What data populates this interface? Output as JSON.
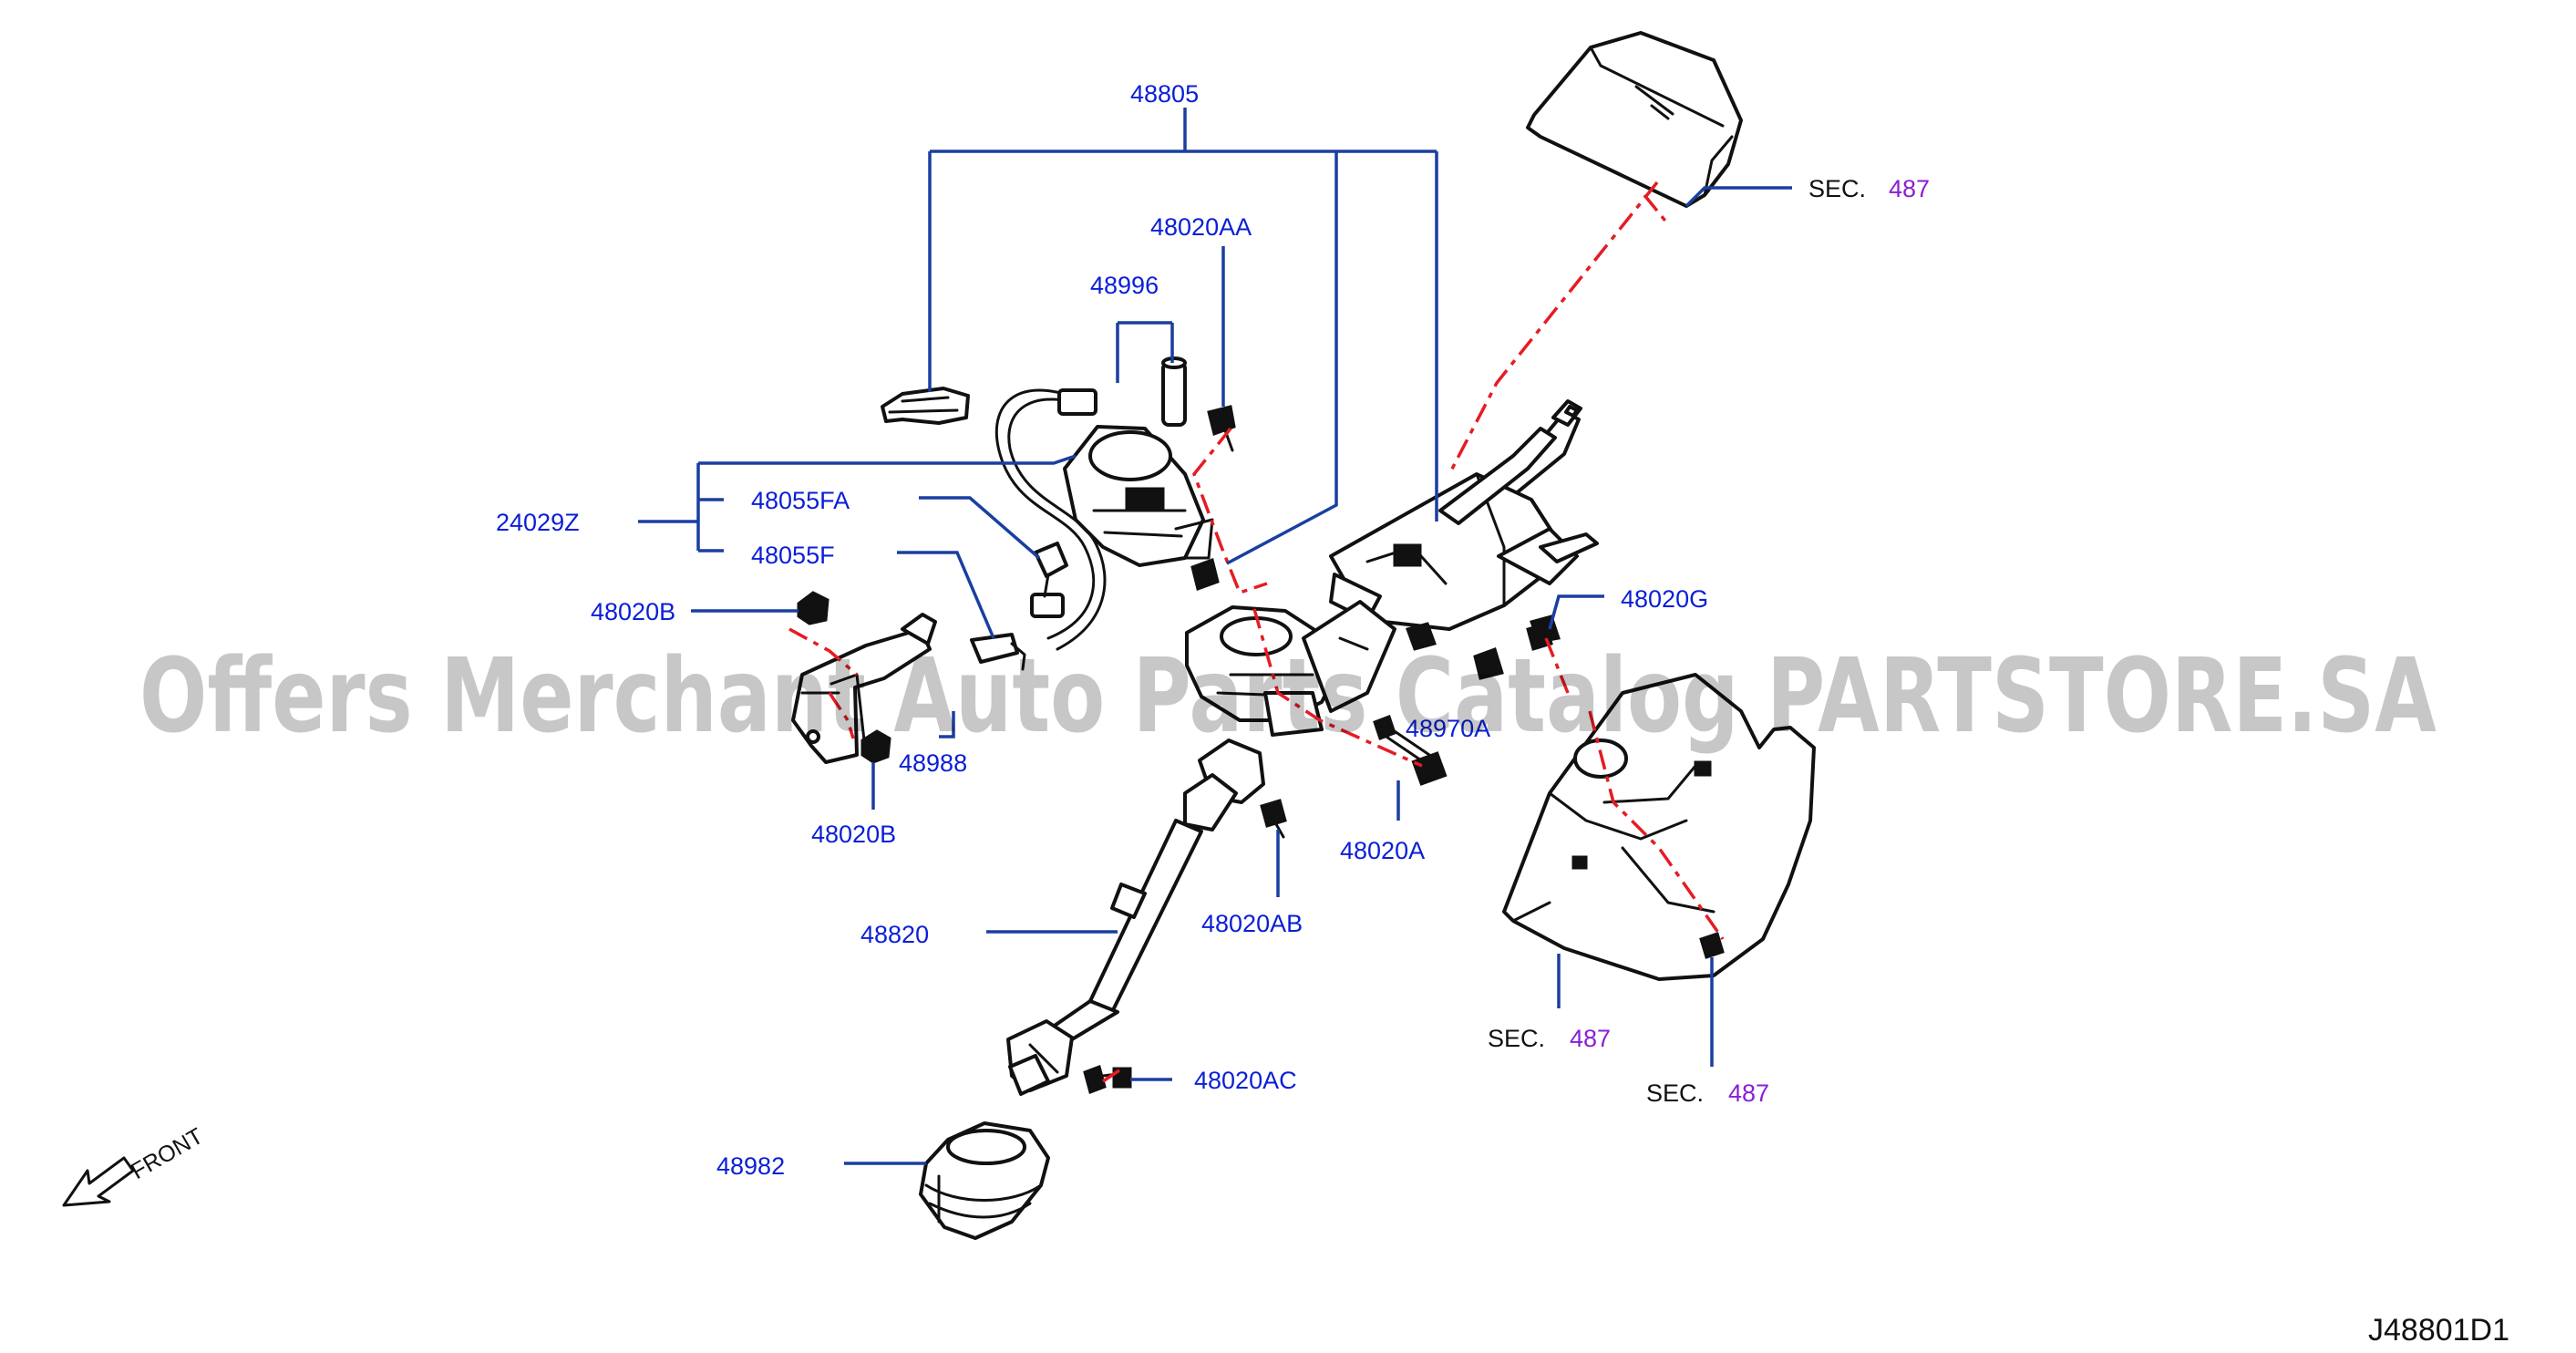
{
  "diagram": {
    "drawing_code": "J48801D1",
    "watermark": "Offers Merchant Auto Parts Catalog PARTSTORE.SA",
    "front_label": "FRONT",
    "section_prefix": "SEC.",
    "section_ref": "487",
    "part_numbers": {
      "p48805": "48805",
      "p48020AA": "48020AA",
      "p48996": "48996",
      "p24029Z": "24029Z",
      "p48055FA": "48055FA",
      "p48055F": "48055F",
      "p48020B_top": "48020B",
      "p48988": "48988",
      "p48020B_bottom": "48020B",
      "p48970A": "48970A",
      "p48020G": "48020G",
      "p48020A": "48020A",
      "p48020AB": "48020AB",
      "p48820": "48820",
      "p48020AC": "48020AC",
      "p48982": "48982"
    },
    "colors": {
      "label_blue": "#0a1fd6",
      "leader_blue": "#1a3fa0",
      "dash_red": "#e51c24",
      "section_purple": "#8a1ed6"
    }
  }
}
